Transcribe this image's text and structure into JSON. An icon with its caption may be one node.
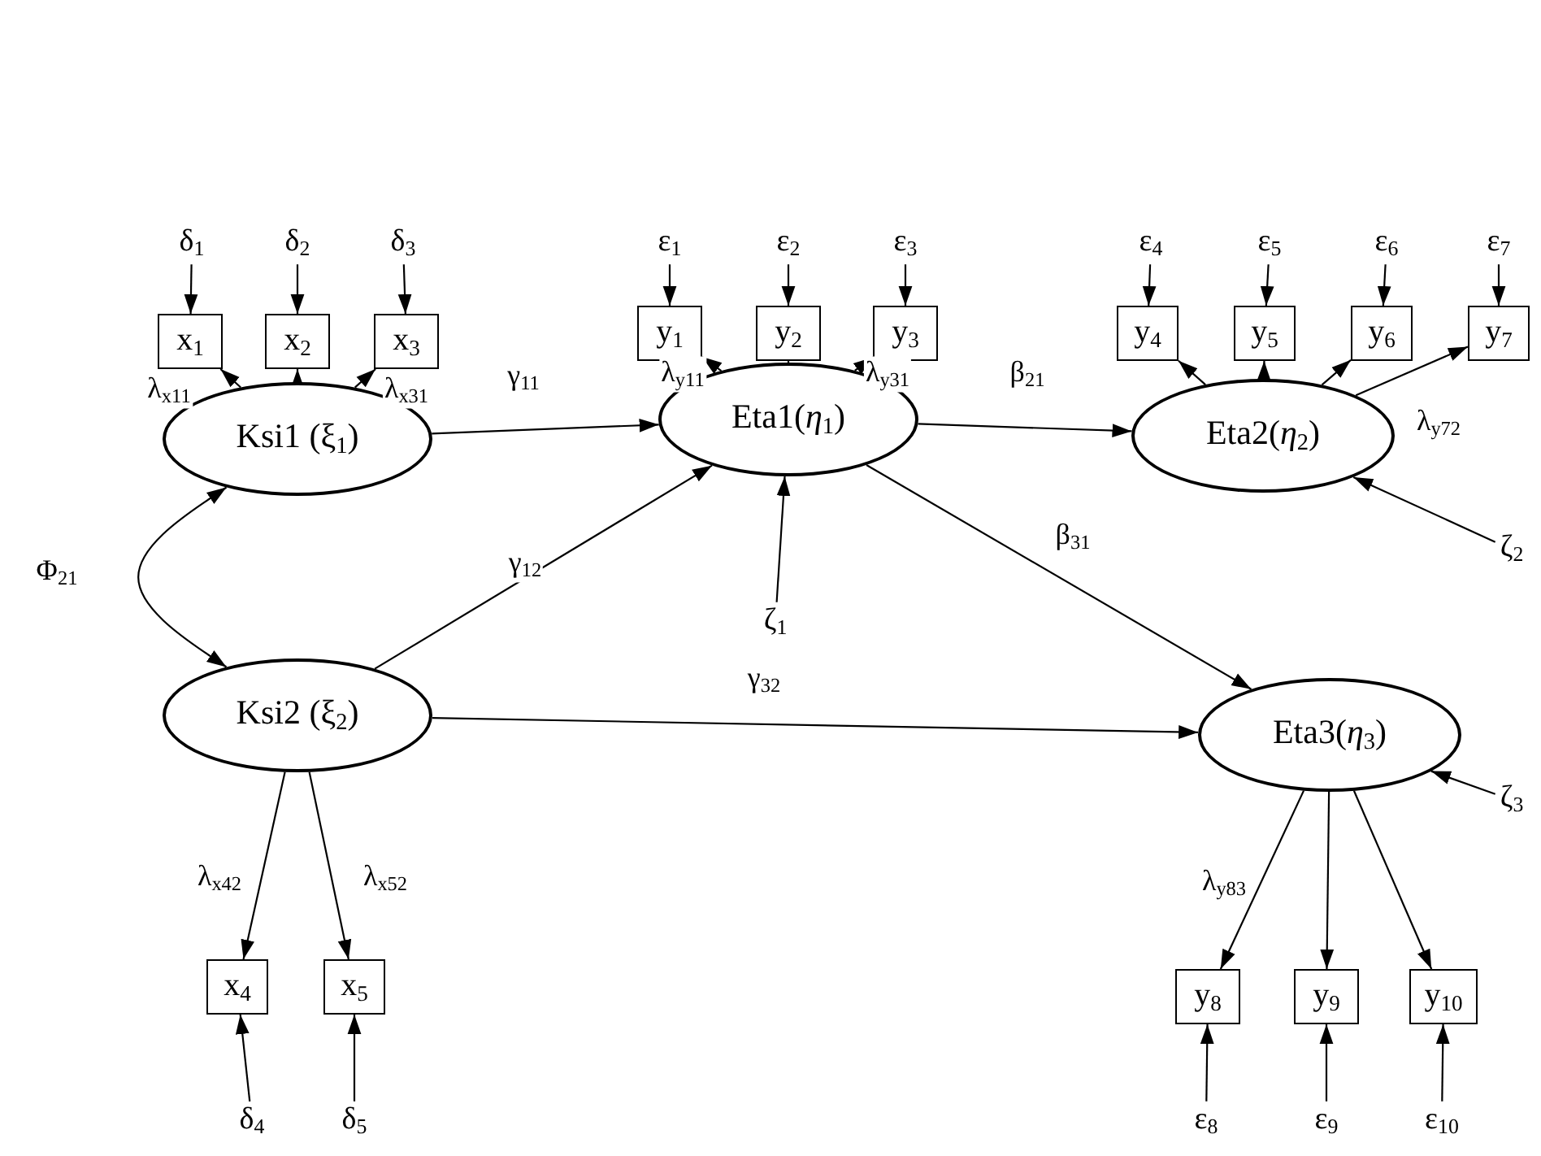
{
  "diagram": {
    "nodes": [
      {
        "text": [
          "δ$_{1}$"
        ]
      },
      {
        "text": [
          "δ$_{2}$"
        ]
      },
      {
        "text": [
          "δ$_{3}$"
        ]
      },
      {
        "text": [
          "ε$_{1}$"
        ]
      },
      {
        "text": [
          "ε$_{2}$"
        ]
      },
      {
        "text": [
          "ε$_{3}$"
        ]
      },
      {
        "text": [
          "ε$_{4}$"
        ]
      },
      {
        "text": [
          "ε$_{5}$"
        ]
      },
      {
        "text": [
          "ε$_{6}$"
        ]
      },
      {
        "text": [
          "ε$_{7}$"
        ]
      },
      {
        "text": [
          "x$_{1}$"
        ]
      },
      {
        "text": [
          "x$_{2}$"
        ]
      },
      {
        "text": [
          "x$_{3}$"
        ]
      },
      {
        "text": [
          "y$_{1}$"
        ]
      },
      {
        "text": [
          "y$_{2}$"
        ]
      },
      {
        "text": [
          "y$_{3}$"
        ]
      },
      {
        "text": [
          "y$_{4}$"
        ]
      },
      {
        "text": [
          "y$_{5}$"
        ]
      },
      {
        "text": [
          "y$_{6}$"
        ]
      },
      {
        "text": [
          "y$_{7}$"
        ]
      },
      {
        "text": [
          "Ksi1 (ξ$_{1}$)"
        ]
      },
      {
        "text": [
          "Eta1(*η*$_{1}$)"
        ]
      },
      {
        "text": [
          "Eta2(*η*$_{2}$)"
        ]
      },
      {
        "text": [
          "ζ$_{1}$"
        ]
      },
      {
        "text": [
          "ζ$_{2}$"
        ]
      },
      {
        "text": [
          "Ksi2 (ξ$_{2}$)"
        ]
      },
      {
        "text": [
          "Eta3(*η*$_{3}$)"
        ]
      },
      {
        "text": [
          "ζ$_{3}$"
        ]
      },
      {
        "text": [
          "x$_{4}$"
        ]
      },
      {
        "text": [
          "x$_{5}$"
        ]
      },
      {
        "text": [
          "y$_{8}$"
        ]
      },
      {
        "text": [
          "y$_{9}$"
        ]
      },
      {
        "text": [
          "y$_{10}$"
        ]
      },
      {
        "text": [
          "δ$_{4}$"
        ]
      },
      {
        "text": [
          "δ$_{5}$"
        ]
      },
      {
        "text": [
          "ε$_{8}$"
        ]
      },
      {
        "text": [
          "ε$_{9}$"
        ]
      },
      {
        "text": [
          "ε$_{10}$"
        ]
      }
    ],
    "edges": [
      {
        "from": 0,
        "to": 10,
        "arrow": "to"
      },
      {
        "from": 1,
        "to": 11,
        "arrow": "to"
      },
      {
        "from": 2,
        "to": 12,
        "arrow": "to"
      },
      {
        "from": 3,
        "to": 13,
        "arrow": "to"
      },
      {
        "from": 4,
        "to": 14,
        "arrow": "to"
      },
      {
        "from": 5,
        "to": 15,
        "arrow": "to"
      },
      {
        "from": 6,
        "to": 16,
        "arrow": "to"
      },
      {
        "from": 7,
        "to": 17,
        "arrow": "to"
      },
      {
        "from": 8,
        "to": 18,
        "arrow": "to"
      },
      {
        "from": 9,
        "to": 19,
        "arrow": "to"
      },
      {
        "from": 20,
        "to": 10,
        "arrow": "to",
        "label": "λ$_{x11}$"
      },
      {
        "from": 20,
        "to": 11,
        "arrow": "to"
      },
      {
        "from": 20,
        "to": 12,
        "arrow": "to",
        "label": "λ$_{x31}$"
      },
      {
        "from": 21,
        "to": 13,
        "arrow": "to",
        "label": "λ$_{y11}$"
      },
      {
        "from": 21,
        "to": 14,
        "arrow": "to"
      },
      {
        "from": 21,
        "to": 15,
        "arrow": "to",
        "label": "λ$_{y31}$"
      },
      {
        "from": 22,
        "to": 16,
        "arrow": "to"
      },
      {
        "from": 22,
        "to": 17,
        "arrow": "to"
      },
      {
        "from": 22,
        "to": 18,
        "arrow": "to"
      },
      {
        "from": 22,
        "to": 19,
        "arrow": "to",
        "label": "λ$_{y72}$"
      },
      {
        "from": 20,
        "to": 21,
        "arrow": "to",
        "label": "γ$_{11}$"
      },
      {
        "from": 21,
        "to": 22,
        "arrow": "to",
        "label": "β$_{21}$"
      },
      {
        "from": 23,
        "to": 21,
        "arrow": "to"
      },
      {
        "from": 24,
        "to": 22,
        "arrow": "to"
      },
      {
        "from": 20,
        "to": 25,
        "arrow": "both",
        "label": "Φ$_{21}$"
      },
      {
        "from": 25,
        "to": 21,
        "arrow": "to",
        "label": "γ$_{12}$"
      },
      {
        "from": 21,
        "to": 26,
        "arrow": "to",
        "label": "β$_{31}$"
      },
      {
        "from": 25,
        "to": 26,
        "arrow": "to",
        "label": "γ$_{32}$"
      },
      {
        "from": 27,
        "to": 26,
        "arrow": "to"
      },
      {
        "from": 25,
        "to": 28,
        "arrow": "to",
        "label": "λ$_{x42}$"
      },
      {
        "from": 25,
        "to": 29,
        "arrow": "to",
        "label": "λ$_{x52}$"
      },
      {
        "from": 26,
        "to": 30,
        "arrow": "to",
        "label": "λ$_{y83}$"
      },
      {
        "from": 26,
        "to": 31,
        "arrow": "to"
      },
      {
        "from": 26,
        "to": 32,
        "arrow": "to"
      },
      {
        "from": 33,
        "to": 28,
        "arrow": "to"
      },
      {
        "from": 34,
        "to": 29,
        "arrow": "to"
      },
      {
        "from": 35,
        "to": 30,
        "arrow": "to"
      },
      {
        "from": 36,
        "to": 31,
        "arrow": "to"
      },
      {
        "from": 37,
        "to": 32,
        "arrow": "to"
      }
    ]
  }
}
